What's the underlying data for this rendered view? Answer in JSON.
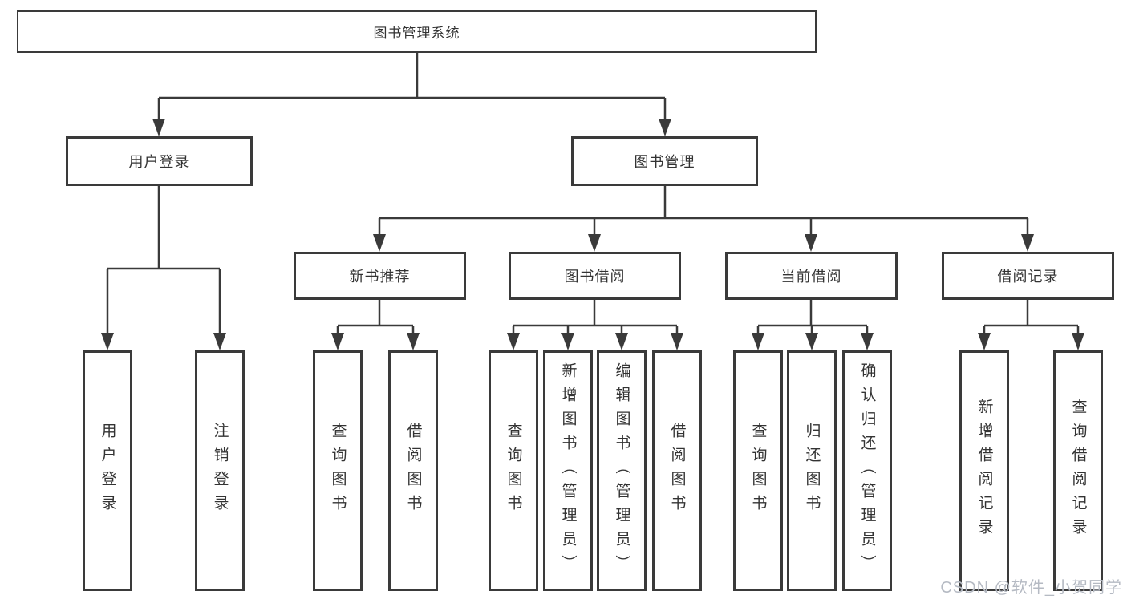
{
  "tree": {
    "label": "图书管理系统",
    "children": [
      {
        "label": "用户登录",
        "children": [
          {
            "label": "用户登录"
          },
          {
            "label": "注销登录"
          }
        ]
      },
      {
        "label": "图书管理",
        "children": [
          {
            "label": "新书推荐",
            "children": [
              {
                "label": "查询图书"
              },
              {
                "label": "借阅图书"
              }
            ]
          },
          {
            "label": "图书借阅",
            "children": [
              {
                "label": "查询图书"
              },
              {
                "label": "新增图书（管理员）"
              },
              {
                "label": "编辑图书（管理员）"
              },
              {
                "label": "借阅图书"
              }
            ]
          },
          {
            "label": "当前借阅",
            "children": [
              {
                "label": "查询图书"
              },
              {
                "label": "归还图书"
              },
              {
                "label": "确认归还（管理员）"
              }
            ]
          },
          {
            "label": "借阅记录",
            "children": [
              {
                "label": "新增借阅记录"
              },
              {
                "label": "查询借阅记录"
              }
            ]
          }
        ]
      }
    ]
  },
  "watermark": "CSDN @软件_小贺同学",
  "colors": {
    "line": "#3a3a3a",
    "text": "#333333",
    "watermark": "#b5bac3"
  }
}
